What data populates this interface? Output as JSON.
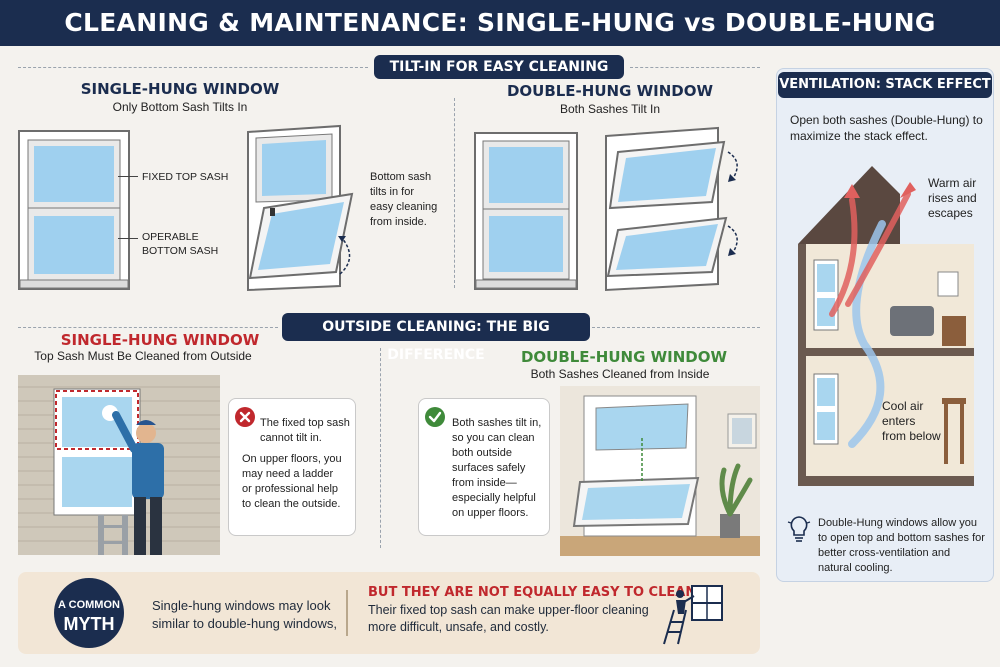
{
  "title": "CLEANING & MAINTENANCE: SINGLE-HUNG vs DOUBLE-HUNG WINDOWS",
  "tilt_section": {
    "pill": "TILT-IN FOR EASY CLEANING",
    "single": {
      "heading": "SINGLE-HUNG WINDOW",
      "sub": "Only Bottom Sash Tilts In",
      "label_top": "FIXED TOP SASH",
      "label_bottom_1": "OPERABLE",
      "label_bottom_2": "BOTTOM SASH",
      "note_lines": [
        "Bottom sash",
        "tilts in for",
        "easy cleaning",
        "from inside."
      ]
    },
    "double": {
      "heading": "DOUBLE-HUNG WINDOW",
      "sub": "Both Sashes Tilt In"
    }
  },
  "outside_section": {
    "pill": "OUTSIDE CLEANING: THE BIG DIFFERENCE",
    "single": {
      "heading": "SINGLE-HUNG WINDOW",
      "sub": "Top Sash Must Be Cleaned from Outside",
      "card_lines": [
        "The fixed top sash",
        "cannot tilt in.",
        "On upper floors, you",
        "may need a ladder",
        "or professional help",
        "to clean the outside."
      ]
    },
    "double": {
      "heading": "DOUBLE-HUNG WINDOW",
      "sub": "Both Sashes Cleaned from Inside",
      "card_lines": [
        "Both sashes tilt in,",
        "so you can clean",
        "both outside",
        "surfaces safely",
        "from inside—",
        "especially helpful",
        "on upper floors."
      ]
    }
  },
  "ventilation": {
    "pill": "VENTILATION: STACK EFFECT",
    "intro": "Open both sashes (Double-Hung) to maximize the stack effect.",
    "warm_lines": [
      "Warm air",
      "rises and",
      "escapes"
    ],
    "cool_lines": [
      "Cool air",
      "enters",
      "from below"
    ],
    "tip": "Double-Hung windows allow you to open top and bottom sashes for better cross-ventilation and natural cooling."
  },
  "myth": {
    "badge_top": "A COMMON",
    "badge_bottom": "MYTH",
    "left_lines": [
      "Single-hung windows may look",
      "similar to double-hung windows,"
    ],
    "right_heading": "BUT THEY ARE NOT EQUALLY EASY TO CLEAN.",
    "right_lines": [
      "Their fixed top sash can make upper-floor cleaning",
      "more difficult, unsafe, and costly."
    ]
  },
  "colors": {
    "navy": "#1b2d4f",
    "red": "#c0282d",
    "green": "#3f8a3a",
    "warm_arrow": "#e0605e",
    "cool_arrow": "#7fb2e5"
  }
}
